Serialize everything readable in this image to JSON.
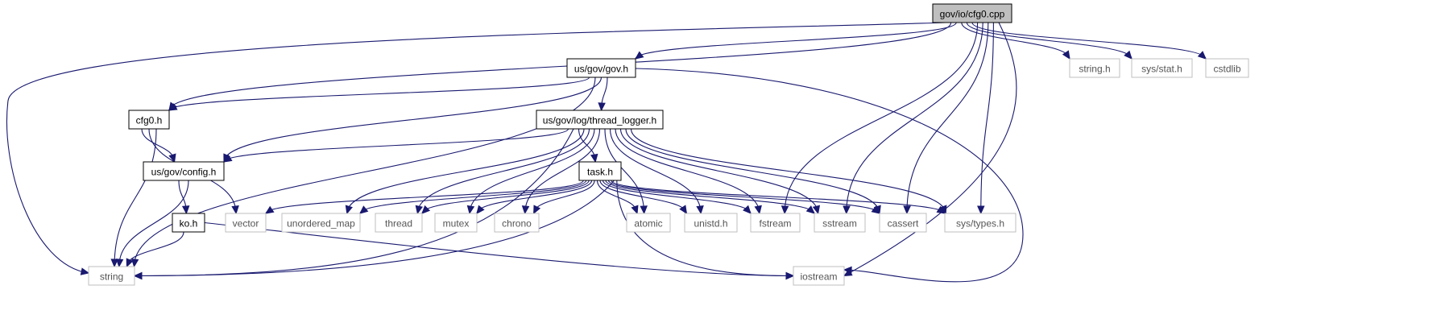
{
  "graph": {
    "edge_color": "#191970",
    "nodes": [
      {
        "id": "cfg0_cpp",
        "label": "gov/io/cfg0.cpp",
        "kind": "root"
      },
      {
        "id": "gov_h",
        "label": "us/gov/gov.h",
        "kind": "proj"
      },
      {
        "id": "string_h",
        "label": "string.h",
        "kind": "sys"
      },
      {
        "id": "sys_stat_h",
        "label": "sys/stat.h",
        "kind": "sys"
      },
      {
        "id": "cstdlib",
        "label": "cstdlib",
        "kind": "sys"
      },
      {
        "id": "cfg0_h",
        "label": "cfg0.h",
        "kind": "proj"
      },
      {
        "id": "thread_logger_h",
        "label": "us/gov/log/thread_logger.h",
        "kind": "proj"
      },
      {
        "id": "config_h",
        "label": "us/gov/config.h",
        "kind": "proj"
      },
      {
        "id": "task_h",
        "label": "task.h",
        "kind": "proj"
      },
      {
        "id": "ko_h",
        "label": "ko.h",
        "kind": "proj"
      },
      {
        "id": "vector",
        "label": "vector",
        "kind": "sys"
      },
      {
        "id": "unordered_map",
        "label": "unordered_map",
        "kind": "sys"
      },
      {
        "id": "thread",
        "label": "thread",
        "kind": "sys"
      },
      {
        "id": "mutex",
        "label": "mutex",
        "kind": "sys"
      },
      {
        "id": "chrono",
        "label": "chrono",
        "kind": "sys"
      },
      {
        "id": "atomic",
        "label": "atomic",
        "kind": "sys"
      },
      {
        "id": "unistd_h",
        "label": "unistd.h",
        "kind": "sys"
      },
      {
        "id": "fstream",
        "label": "fstream",
        "kind": "sys"
      },
      {
        "id": "sstream",
        "label": "sstream",
        "kind": "sys"
      },
      {
        "id": "cassert",
        "label": "cassert",
        "kind": "sys"
      },
      {
        "id": "sys_types_h",
        "label": "sys/types.h",
        "kind": "sys"
      },
      {
        "id": "string",
        "label": "string",
        "kind": "sys"
      },
      {
        "id": "iostream",
        "label": "iostream",
        "kind": "sys"
      }
    ],
    "edges": [
      {
        "from": "cfg0_cpp",
        "to": "string"
      },
      {
        "from": "cfg0_cpp",
        "to": "cfg0_h"
      },
      {
        "from": "cfg0_cpp",
        "to": "gov_h"
      },
      {
        "from": "cfg0_cpp",
        "to": "string_h"
      },
      {
        "from": "cfg0_cpp",
        "to": "sys_stat_h"
      },
      {
        "from": "cfg0_cpp",
        "to": "cstdlib"
      },
      {
        "from": "cfg0_cpp",
        "to": "fstream"
      },
      {
        "from": "cfg0_cpp",
        "to": "sstream"
      },
      {
        "from": "cfg0_cpp",
        "to": "cassert"
      },
      {
        "from": "cfg0_cpp",
        "to": "sys_types_h"
      },
      {
        "from": "cfg0_cpp",
        "to": "iostream"
      },
      {
        "from": "gov_h",
        "to": "cfg0_h"
      },
      {
        "from": "gov_h",
        "to": "string"
      },
      {
        "from": "gov_h",
        "to": "config_h"
      },
      {
        "from": "gov_h",
        "to": "thread_logger_h"
      },
      {
        "from": "gov_h",
        "to": "iostream"
      },
      {
        "from": "cfg0_h",
        "to": "config_h"
      },
      {
        "from": "cfg0_h",
        "to": "vector"
      },
      {
        "from": "cfg0_h",
        "to": "string"
      },
      {
        "from": "config_h",
        "to": "ko_h"
      },
      {
        "from": "config_h",
        "to": "string"
      },
      {
        "from": "ko_h",
        "to": "string"
      },
      {
        "from": "ko_h",
        "to": "iostream"
      },
      {
        "from": "thread_logger_h",
        "to": "config_h"
      },
      {
        "from": "thread_logger_h",
        "to": "string"
      },
      {
        "from": "thread_logger_h",
        "to": "task_h"
      },
      {
        "from": "thread_logger_h",
        "to": "unordered_map"
      },
      {
        "from": "thread_logger_h",
        "to": "thread"
      },
      {
        "from": "thread_logger_h",
        "to": "mutex"
      },
      {
        "from": "thread_logger_h",
        "to": "chrono"
      },
      {
        "from": "thread_logger_h",
        "to": "atomic"
      },
      {
        "from": "thread_logger_h",
        "to": "unistd_h"
      },
      {
        "from": "thread_logger_h",
        "to": "fstream"
      },
      {
        "from": "thread_logger_h",
        "to": "sstream"
      },
      {
        "from": "thread_logger_h",
        "to": "cassert"
      },
      {
        "from": "thread_logger_h",
        "to": "sys_types_h"
      },
      {
        "from": "task_h",
        "to": "vector"
      },
      {
        "from": "task_h",
        "to": "unordered_map"
      },
      {
        "from": "task_h",
        "to": "thread"
      },
      {
        "from": "task_h",
        "to": "mutex"
      },
      {
        "from": "task_h",
        "to": "chrono"
      },
      {
        "from": "task_h",
        "to": "atomic"
      },
      {
        "from": "task_h",
        "to": "unistd_h"
      },
      {
        "from": "task_h",
        "to": "fstream"
      },
      {
        "from": "task_h",
        "to": "sstream"
      },
      {
        "from": "task_h",
        "to": "cassert"
      },
      {
        "from": "task_h",
        "to": "sys_types_h"
      },
      {
        "from": "task_h",
        "to": "string"
      },
      {
        "from": "task_h",
        "to": "iostream"
      }
    ]
  }
}
